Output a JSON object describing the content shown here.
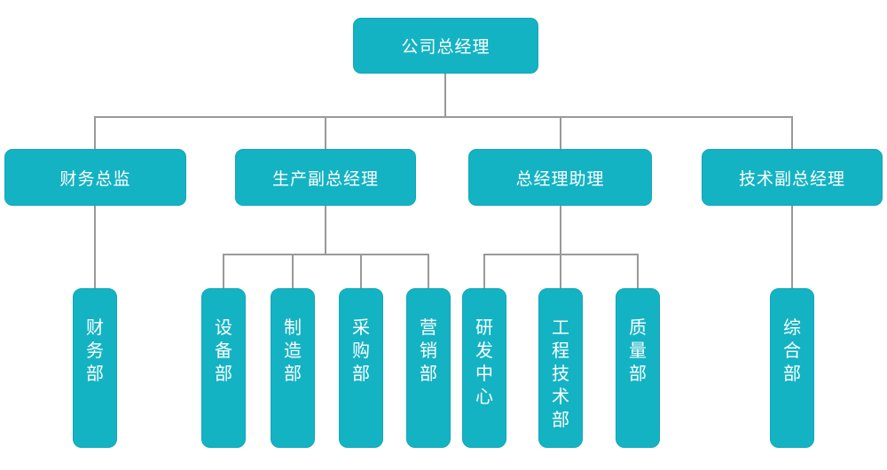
{
  "org_chart": {
    "title": "",
    "root": {
      "label": "公司总经理"
    },
    "branches": [
      {
        "label": "财务总监",
        "children": [
          {
            "label": "财务部"
          }
        ]
      },
      {
        "label": "生产副总经理",
        "children": [
          {
            "label": "设备部"
          },
          {
            "label": "制造部"
          },
          {
            "label": "采购部"
          },
          {
            "label": "营销部"
          }
        ]
      },
      {
        "label": "总经理助理",
        "children": [
          {
            "label": "研发中心"
          },
          {
            "label": "工程技术部"
          },
          {
            "label": "质量部"
          }
        ]
      },
      {
        "label": "技术副总经理",
        "children": [
          {
            "label": "综合部"
          }
        ]
      }
    ],
    "colors": {
      "node_fill": "#14b3c4",
      "node_border": "#0fa7b8",
      "node_text": "#ffffff",
      "connector": "#999999",
      "background": "#ffffff"
    }
  }
}
